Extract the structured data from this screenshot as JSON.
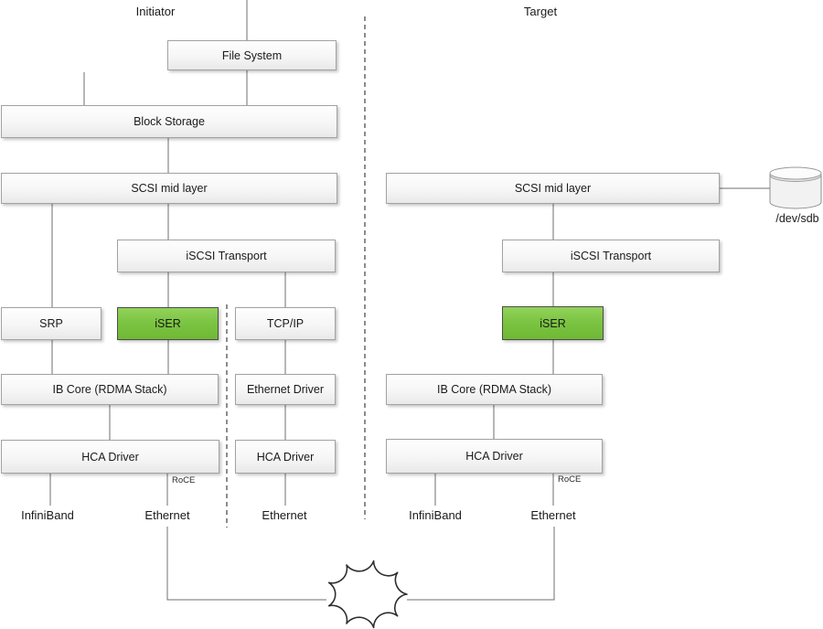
{
  "titles": {
    "initiator": "Initiator",
    "target": "Target"
  },
  "initiator": {
    "file_system": "File System",
    "block_storage": "Block Storage",
    "scsi_mid_layer": "SCSI mid layer",
    "iscsi_transport": "iSCSI Transport",
    "srp": "SRP",
    "iser": "iSER",
    "tcp_ip": "TCP/IP",
    "ib_core": "IB Core (RDMA Stack)",
    "ethernet_driver": "Ethernet Driver",
    "hca_driver_rdma": "HCA Driver",
    "hca_driver_eth": "HCA Driver",
    "roce": "RoCE",
    "port_infiniband": "InfiniBand",
    "port_ethernet_rdma": "Ethernet",
    "port_ethernet_tcp": "Ethernet"
  },
  "target": {
    "scsi_mid_layer": "SCSI mid layer",
    "iscsi_transport": "iSCSI Transport",
    "iser": "iSER",
    "ib_core": "IB Core (RDMA Stack)",
    "hca_driver": "HCA Driver",
    "roce": "RoCE",
    "port_infiniband": "InfiniBand",
    "port_ethernet": "Ethernet",
    "storage_device": "/dev/sdb"
  },
  "colors": {
    "iser_green": "#7cc443",
    "box_border": "#a2a2a2",
    "connector_line": "#6f6f6f",
    "divider_dash": "#404040"
  }
}
